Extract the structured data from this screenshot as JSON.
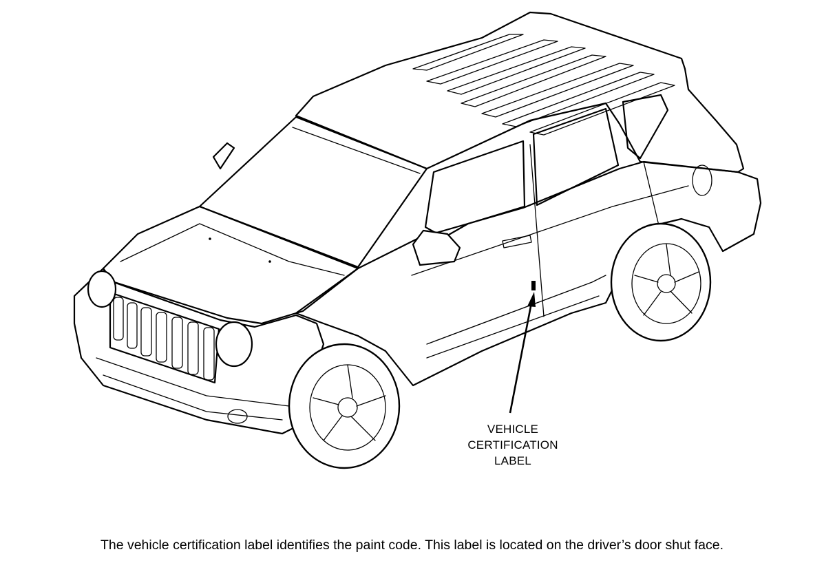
{
  "diagram": {
    "callout_lines": [
      "VEHICLE",
      "CERTIFICATION",
      "LABEL"
    ],
    "caption": "The vehicle certification label identifies the paint code.  This label is located on the driver’s door shut face."
  }
}
